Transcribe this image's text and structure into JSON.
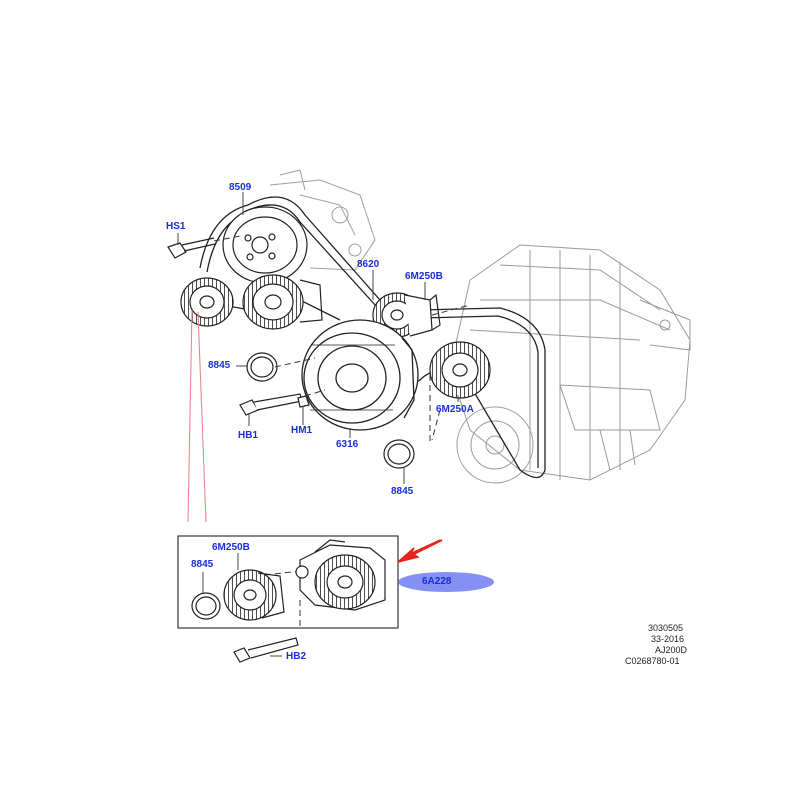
{
  "colors": {
    "callout_text": "#1a2fd6",
    "line_art": "#2a2a2a",
    "ghost_art": "#9a9a9a",
    "red_arrow": "#e8231c",
    "red_leader": "#e88888",
    "highlight": "#6f7cf2"
  },
  "callouts": {
    "c8509": "8509",
    "hs1": "HS1",
    "c8620": "8620",
    "m250b_top": "6M250B",
    "c8845_left": "8845",
    "hb1": "HB1",
    "hm1": "HM1",
    "c6316": "6316",
    "m250a": "6M250A",
    "c8845_bottom": "8845",
    "m250b_inset": "6M250B",
    "c8845_inset": "8845",
    "a228": "6A228",
    "hb2": "HB2"
  },
  "reference": {
    "line1": "3030505",
    "line2": "33-2016",
    "line3": "AJ200D",
    "line4": "C0268780-01"
  }
}
